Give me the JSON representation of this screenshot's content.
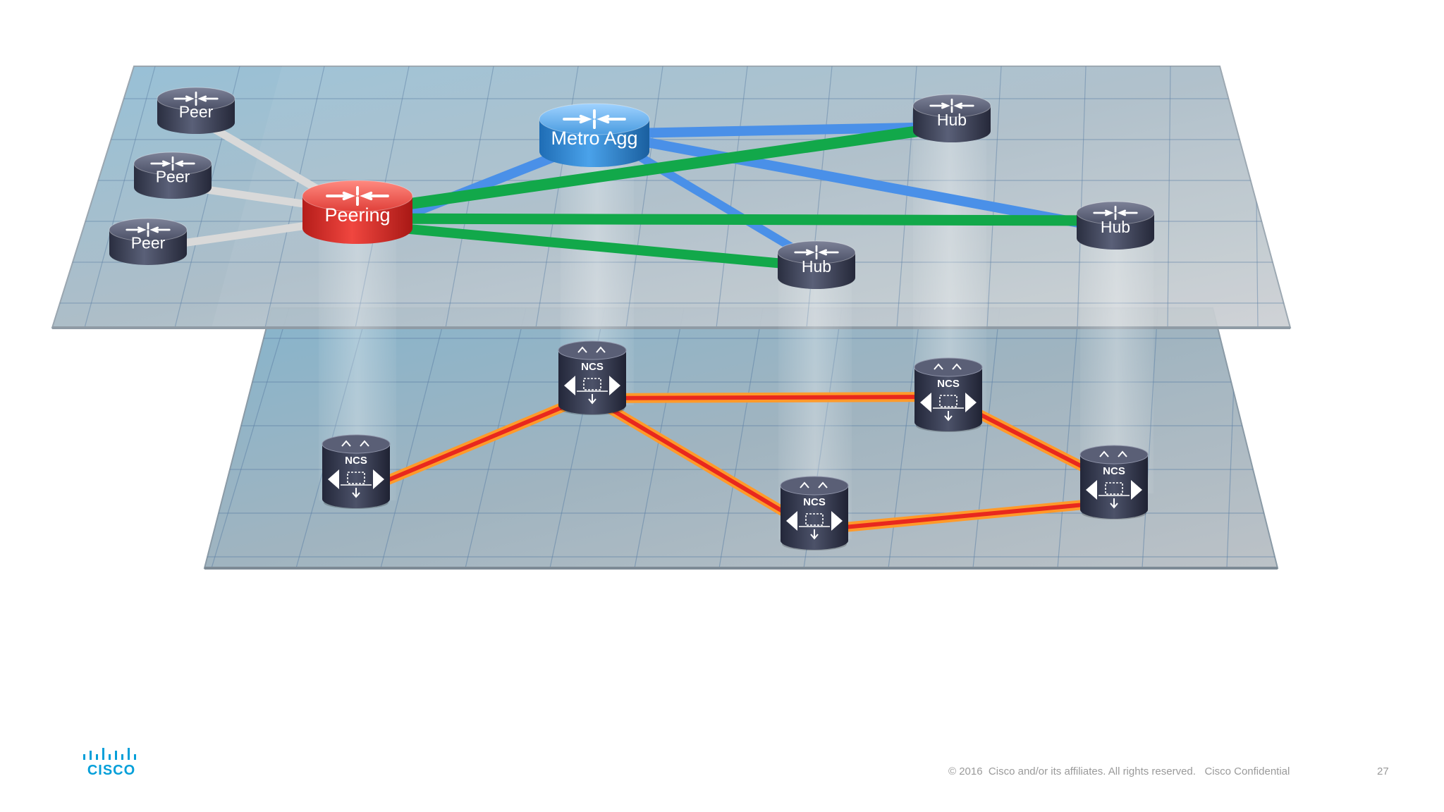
{
  "routers": {
    "peer_1": "Peer",
    "peer_2": "Peer",
    "peer_3": "Peer",
    "peering": "Peering",
    "metro_agg": "Metro Agg",
    "hub_1": "Hub",
    "hub_2": "Hub",
    "hub_3": "Hub"
  },
  "optical": {
    "ncs_1": "NCS",
    "ncs_2": "NCS",
    "ncs_3": "NCS",
    "ncs_4": "NCS",
    "ncs_5": "NCS"
  },
  "colors": {
    "peer_router": "#3a3f55",
    "peering_router": "#e0322e",
    "metro_agg_router": "#3b8fd6",
    "hub_router": "#3a3f55",
    "peer_link": "#d9d9d9",
    "green_link": "#12a84a",
    "blue_link": "#4a90e8",
    "optical_link_outer": "#ff8c1a",
    "optical_link_inner": "#e8281e"
  },
  "footer": {
    "copyright": "© 2016  Cisco and/or its affiliates. All rights reserved.   Cisco Confidential",
    "page_number": "27",
    "logo_text": "CISCO"
  }
}
